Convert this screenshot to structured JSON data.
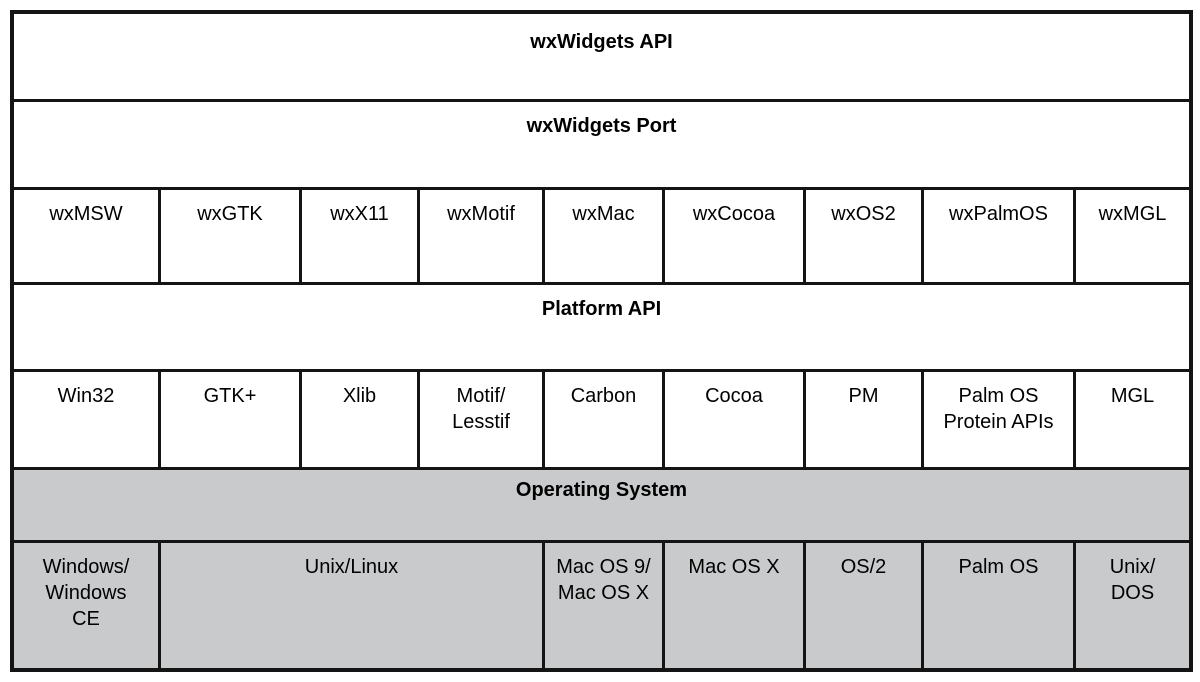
{
  "diagram": {
    "colors": {
      "background": "#ffffff",
      "os_layer_background": "#c9cacb",
      "border": "#141414",
      "text": "#000000"
    },
    "layers": {
      "api_header": "wxWidgets API",
      "port_header": "wxWidgets Port",
      "ports": [
        "wxMSW",
        "wxGTK",
        "wxX11",
        "wxMotif",
        "wxMac",
        "wxCocoa",
        "wxOS2",
        "wxPalmOS",
        "wxMGL"
      ],
      "platform_header": "Platform API",
      "platforms": [
        "Win32",
        "GTK+",
        "Xlib",
        "Motif/\nLesstif",
        "Carbon",
        "Cocoa",
        "PM",
        "Palm OS\nProtein APIs",
        "MGL"
      ],
      "os_header": "Operating System",
      "operating_systems": [
        {
          "label": "Windows/\nWindows\nCE",
          "span": 1
        },
        {
          "label": "Unix/Linux",
          "span": 3
        },
        {
          "label": "Mac OS 9/\nMac OS X",
          "span": 1
        },
        {
          "label": "Mac OS X",
          "span": 1
        },
        {
          "label": "OS/2",
          "span": 1
        },
        {
          "label": "Palm OS",
          "span": 1
        },
        {
          "label": "Unix/\nDOS",
          "span": 1
        }
      ]
    }
  }
}
